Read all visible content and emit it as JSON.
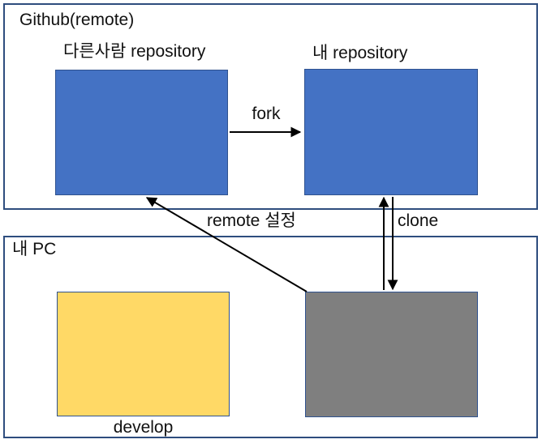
{
  "diagram": {
    "github_container": {
      "label": "Github(remote)"
    },
    "pc_container": {
      "label": "내 PC"
    },
    "boxes": {
      "other_repo": {
        "label": "다른사람 repository",
        "fill": "#4472c4"
      },
      "my_repo": {
        "label": "내 repository",
        "fill": "#4472c4"
      },
      "develop": {
        "label": "develop",
        "fill": "#ffd966"
      },
      "local_repo": {
        "fill": "#7f7f7f"
      }
    },
    "arrows": {
      "fork": {
        "label": "fork",
        "from": "other_repo",
        "to": "my_repo"
      },
      "clone": {
        "label": "clone",
        "between": [
          "my_repo",
          "local_repo"
        ]
      },
      "remote": {
        "label": "remote 설정",
        "from": "local_repo",
        "to": "other_repo"
      }
    },
    "colors": {
      "container_border": "#2e4d7e",
      "shape_border": "#2f528f",
      "repo_blue": "#4472c4",
      "develop_yellow": "#ffd966",
      "local_gray": "#7f7f7f",
      "arrow_black": "#000000"
    }
  }
}
